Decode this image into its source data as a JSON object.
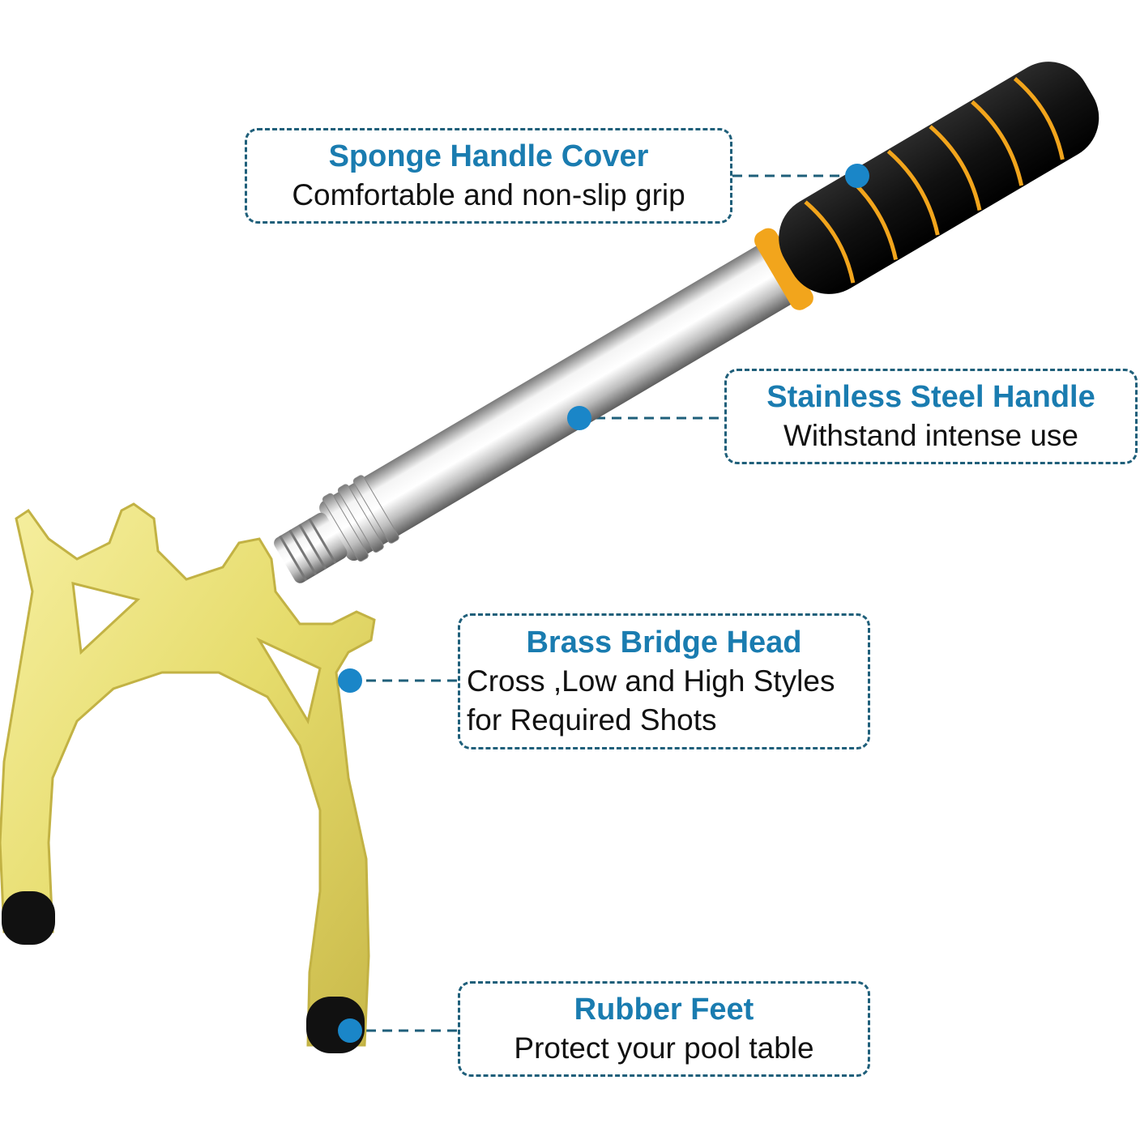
{
  "callouts": {
    "sponge": {
      "title": "Sponge Handle Cover",
      "desc": "Comfortable and non-slip grip"
    },
    "steel": {
      "title": "Stainless Steel Handle",
      "desc": "Withstand intense use"
    },
    "brass": {
      "title": "Brass Bridge Head",
      "desc_line1": "Cross ,Low and High Styles",
      "desc_line2": "for Required Shots"
    },
    "feet": {
      "title": "Rubber Feet",
      "desc": "Protect your pool table"
    }
  },
  "colors": {
    "title_blue": "#1a7cb0",
    "border_dark": "#1f5f7a",
    "marker_blue": "#1a86c8",
    "brass": "#e9e07a",
    "foam_black": "#111111",
    "foam_stripe": "#f2a51c"
  }
}
